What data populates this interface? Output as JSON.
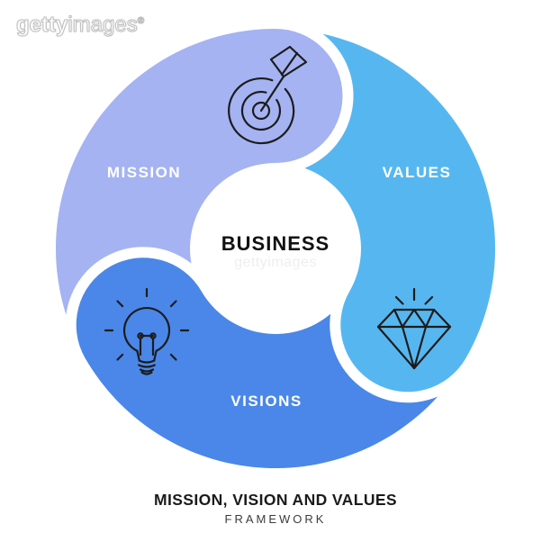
{
  "watermark": {
    "brand_bold": "getty",
    "brand_light": "images",
    "registered_mark": "®"
  },
  "center_watermark": "gettyimages",
  "diagram": {
    "type": "cycle-diagram",
    "center_label": "BUSINESS",
    "segments": [
      {
        "id": "mission",
        "label": "MISSION",
        "icon": "target-dart-icon",
        "color": "#a5b3f2"
      },
      {
        "id": "values",
        "label": "VALUES",
        "icon": "diamond-icon",
        "color": "#56b7f0"
      },
      {
        "id": "visions",
        "label": "VISIONS",
        "icon": "lightbulb-icon",
        "color": "#4a87e8"
      }
    ]
  },
  "caption": {
    "title": "MISSION, VISION AND VALUES",
    "subtitle": "FRAMEWORK"
  },
  "colors": {
    "background": "#ffffff",
    "label_text": "#ffffff",
    "center_text": "#111111",
    "icon_stroke": "#1c1c1c",
    "caption_title": "#1b1b1b",
    "caption_subtitle": "#3c3c3c"
  }
}
